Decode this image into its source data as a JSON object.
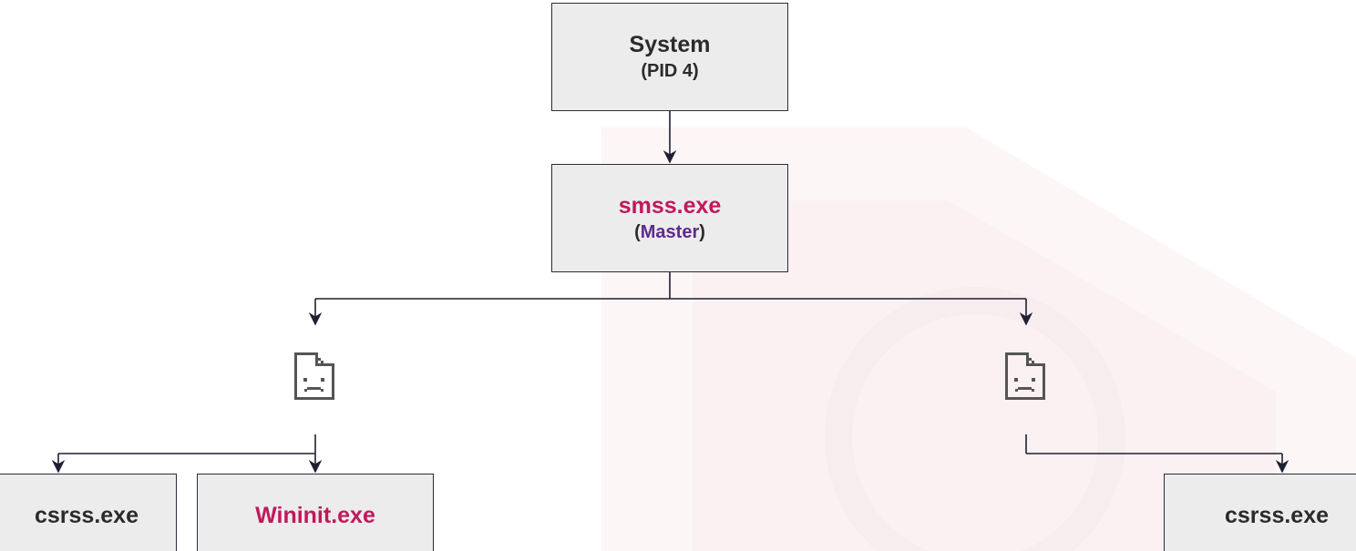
{
  "nodes": {
    "system": {
      "title": "System",
      "subtitle": "(PID 4)"
    },
    "smss": {
      "title": "smss.exe",
      "sub_open": "(",
      "sub_role": "Master",
      "sub_close": ")"
    },
    "csrss_left": {
      "title": "csrss.exe"
    },
    "wininit": {
      "title": "Wininit.exe"
    },
    "csrss_right": {
      "title": "csrss.exe"
    }
  },
  "icons": {
    "left": "broken-document-icon",
    "right": "broken-document-icon"
  },
  "colors": {
    "node_fill": "#ececec",
    "node_border": "#2b2b3d",
    "line": "#1f1f33",
    "accent_red": "#c2185b",
    "accent_purple": "#5e2a8c",
    "text": "#2b2b2b"
  }
}
